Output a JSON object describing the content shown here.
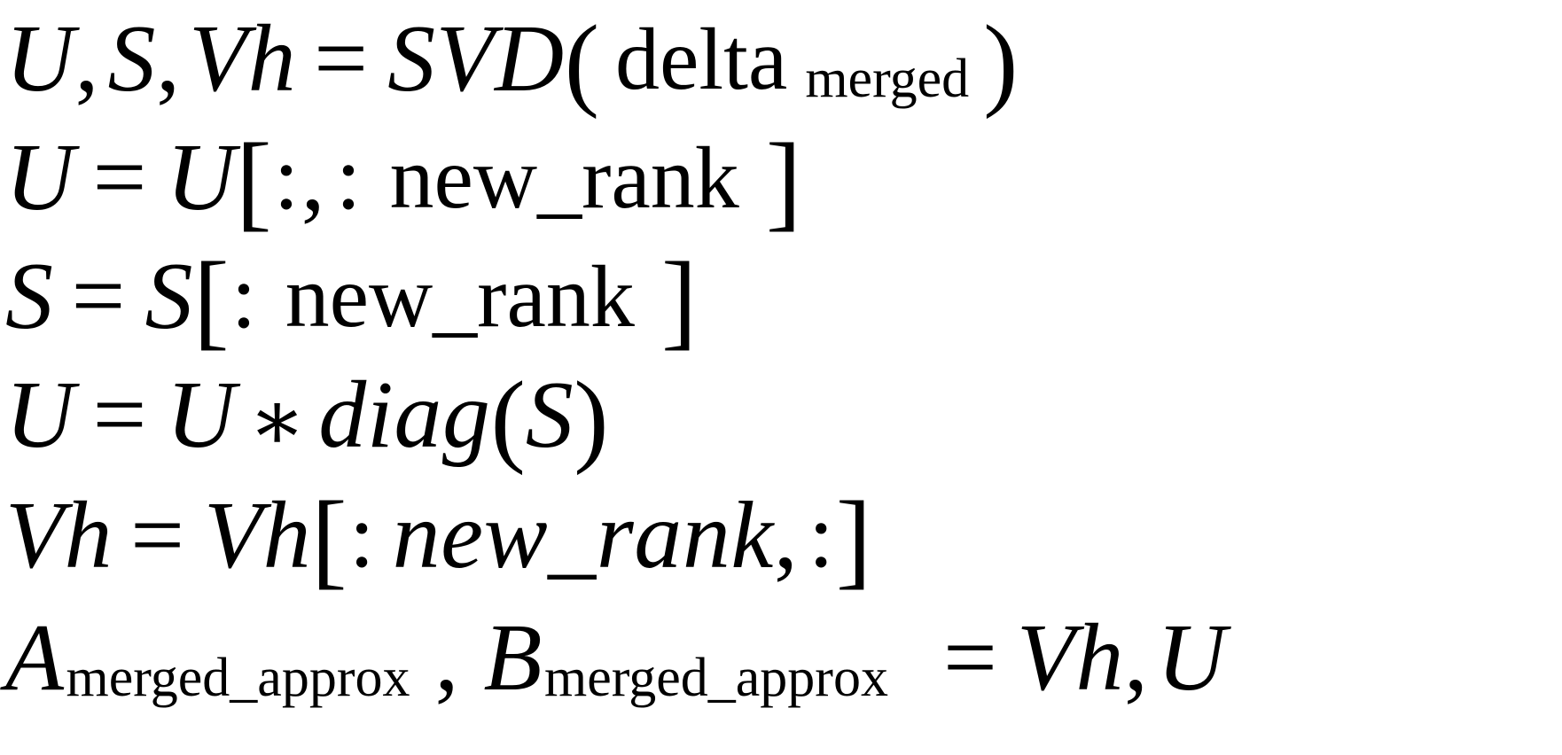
{
  "document": {
    "type": "math-equation-block",
    "background_color": "#ffffff",
    "text_color": "#000000",
    "line_count": 6,
    "plain_text": "U, S, Vh = SVD( delta_merged )\nU = U[:, : new_rank ]\nS = S[: new_rank ]\nU = U * diag(S)\nVh = Vh[: new_rank, :]\nA_merged_approx , B_merged_approx = Vh, U"
  },
  "equations": [
    {
      "id": "line1",
      "latex": "U, S, Vh = SVD(\\text{ delta }_{\\text{merged}})",
      "tokens": {
        "lhs_u": "U",
        "comma1": ",",
        "lhs_s": "S",
        "comma2": ",",
        "lhs_v": "V",
        "lhs_h": "h",
        "equals": "=",
        "fn_s": "S",
        "fn_v": "V",
        "fn_d": "D",
        "paren_open": "(",
        "arg_text": "delta",
        "arg_sub": "merged",
        "paren_close": ")"
      }
    },
    {
      "id": "line2",
      "latex": "U = U[:,: \\text{new\\_rank}]",
      "tokens": {
        "lhs": "U",
        "equals": "=",
        "rhs": "U",
        "bracket_open": "[",
        "colon1": ":",
        "comma": ",",
        "colon2": ":",
        "index_text": "new_rank",
        "bracket_close": "]"
      }
    },
    {
      "id": "line3",
      "latex": "S = S[: \\text{new\\_rank}]",
      "tokens": {
        "lhs": "S",
        "equals": "=",
        "rhs": "S",
        "bracket_open": "[",
        "colon1": ":",
        "index_text": "new_rank",
        "bracket_close": "]"
      }
    },
    {
      "id": "line4",
      "latex": "U = U * diag(S)",
      "tokens": {
        "lhs": "U",
        "equals": "=",
        "rhs": "U",
        "star": "∗",
        "fn_name": "diag",
        "paren_open": "(",
        "fn_arg": "S",
        "paren_close": ")"
      }
    },
    {
      "id": "line5",
      "latex": "Vh = Vh[: new\\_rank, :]",
      "tokens": {
        "lhs_v": "V",
        "lhs_h": "h",
        "equals": "=",
        "rhs_v": "V",
        "rhs_h": "h",
        "bracket_open": "[",
        "colon1": ":",
        "index_text": "new_rank",
        "comma": ",",
        "colon2": ":",
        "bracket_close": "]"
      }
    },
    {
      "id": "line6",
      "latex": "A_{\\text{merged\\_approx}}, B_{\\text{merged\\_approx}} = Vh, U",
      "tokens": {
        "lhs_a": "A",
        "lhs_a_sub": "merged_approx",
        "comma1": ",",
        "lhs_b": "B",
        "lhs_b_sub": "merged_approx",
        "equals": "=",
        "rhs_v": "V",
        "rhs_h": "h",
        "comma2": ",",
        "rhs_u": "U"
      }
    }
  ]
}
